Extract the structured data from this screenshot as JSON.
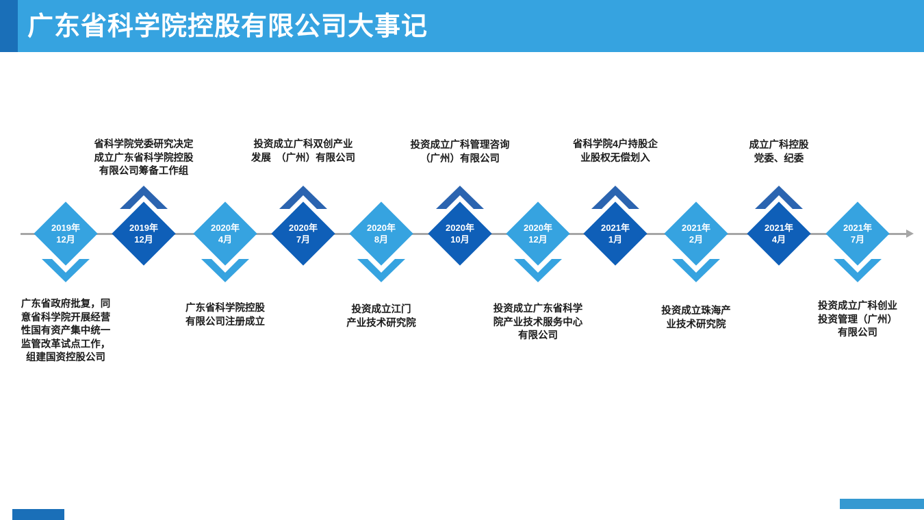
{
  "header": {
    "title": "广东省科学院控股有限公司大事记"
  },
  "colors": {
    "header": "#36a3e0",
    "header_accent": "#1a6fb8",
    "diamond_light": "#36a3e0",
    "diamond_dark": "#0f5fb8",
    "chevron_light": "#36a3e0",
    "chevron_dark": "#2b64b0",
    "timeline": "#a6a6a6"
  },
  "milestones": [
    {
      "year": "2019年",
      "month": "12月",
      "shade": "light",
      "chevron": "down",
      "event": "广东省政府批复，同\n意省科学院开展经营\n性国有资产集中统一\n监管改革试点工作，\n组建国资控股公司"
    },
    {
      "year": "2019年",
      "month": "12月",
      "shade": "dark",
      "chevron": "up",
      "event": "省科学院党委研究决定\n成立广东省科学院控股\n有限公司筹备工作组"
    },
    {
      "year": "2020年",
      "month": "4月",
      "shade": "light",
      "chevron": "down",
      "event": "广东省科学院控股\n有限公司注册成立"
    },
    {
      "year": "2020年",
      "month": "7月",
      "shade": "dark",
      "chevron": "up",
      "event": "投资成立广科双创产业\n发展　（广州）有限公司"
    },
    {
      "year": "2020年",
      "month": "8月",
      "shade": "light",
      "chevron": "down",
      "event": "投资成立江门\n产业技术研究院"
    },
    {
      "year": "2020年",
      "month": "10月",
      "shade": "dark",
      "chevron": "up",
      "event": "投资成立广科管理咨询\n（广州）有限公司"
    },
    {
      "year": "2020年",
      "month": "12月",
      "shade": "light",
      "chevron": "down",
      "event": "投资成立广东省科学\n院产业技术服务中心\n有限公司"
    },
    {
      "year": "2021年",
      "month": "1月",
      "shade": "dark",
      "chevron": "up",
      "event": "省科学院4户持股企\n业股权无偿划入"
    },
    {
      "year": "2021年",
      "month": "2月",
      "shade": "light",
      "chevron": "down",
      "event": "投资成立珠海产\n业技术研究院"
    },
    {
      "year": "2021年",
      "month": "4月",
      "shade": "dark",
      "chevron": "up",
      "event": "成立广科控股\n党委、纪委"
    },
    {
      "year": "2021年",
      "month": "7月",
      "shade": "light",
      "chevron": "down",
      "event": "投资成立广科创业\n投资管理（广州）\n有限公司"
    }
  ]
}
